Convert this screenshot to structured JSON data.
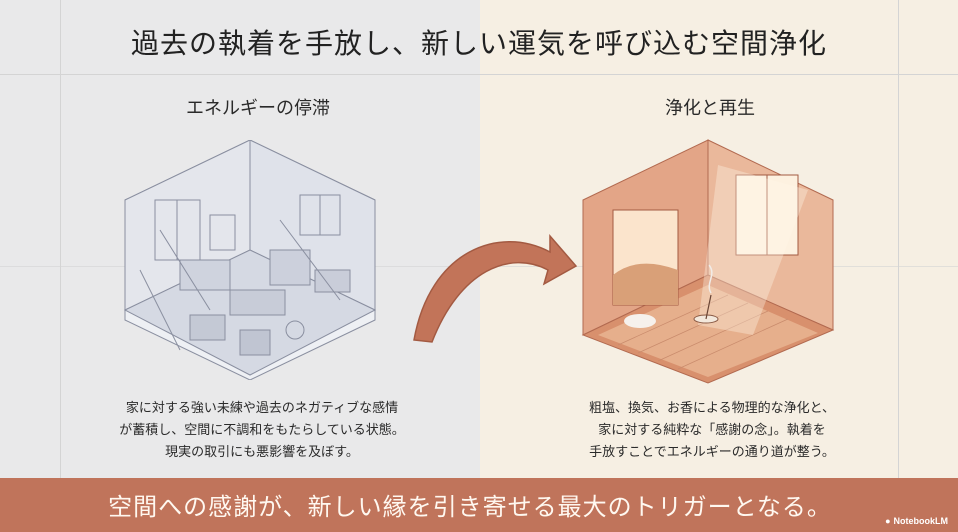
{
  "title": "過去の執着を手放し、新しい運気を呼び込む空間浄化",
  "left": {
    "heading": "エネルギーの停滞",
    "description": [
      "家に対する強い未練や過去のネガティブな感情",
      "が蓄積し、空間に不調和をもたらしている状態。",
      "現実の取引にも悪影響を及ぼす。"
    ]
  },
  "right": {
    "heading": "浄化と再生",
    "description": [
      "粗塩、換気、お香による物理的な浄化と、",
      "家に対する純粋な「感謝の念」。執着を",
      "手放すことでエネルギーの通り道が整う。"
    ]
  },
  "banner": {
    "text": "空間への感謝が、新しい縁を引き寄せる最大のトリガーとなる。"
  },
  "brand": {
    "label": "NotebookLM"
  },
  "colors": {
    "banner": "#c0745b",
    "arrow": "#b8664c",
    "left_bg": "#e9e9ea",
    "right_bg": "#f6efe3"
  }
}
